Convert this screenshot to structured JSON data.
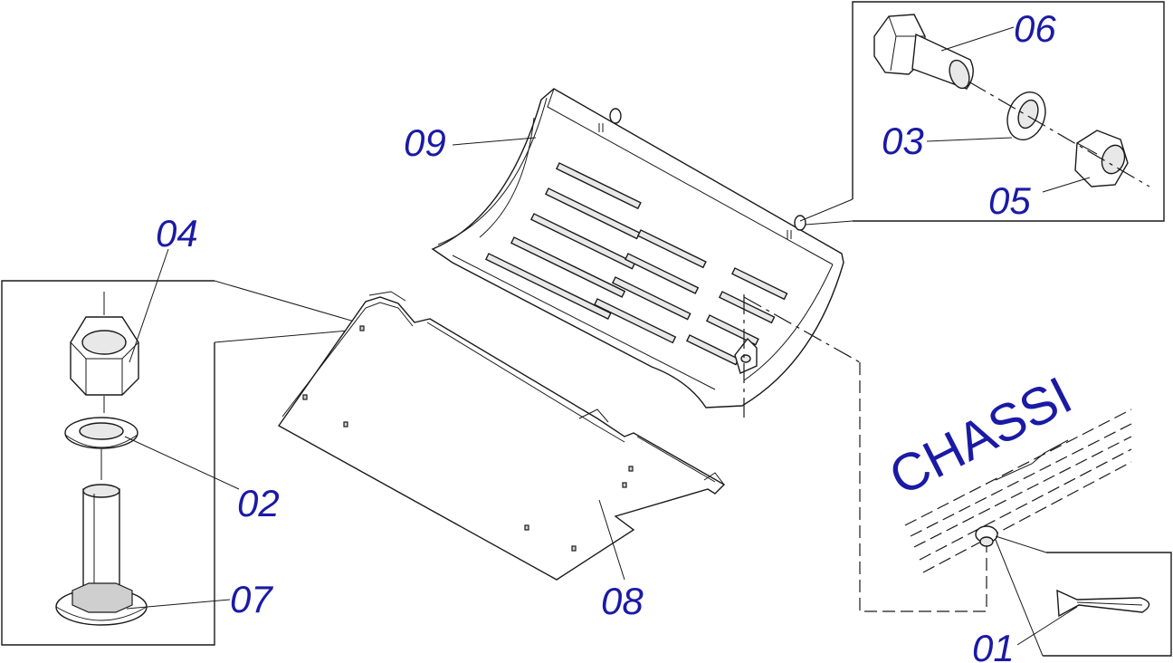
{
  "labels": {
    "p01": "01",
    "p02": "02",
    "p03": "03",
    "p04": "04",
    "p05": "05",
    "p06": "06",
    "p07": "07",
    "p08": "08",
    "p09": "09",
    "chassi": "CHASSI"
  },
  "colors": {
    "label": "#1a1aa6",
    "line": "#1a1a1a",
    "background": "#ffffff"
  }
}
